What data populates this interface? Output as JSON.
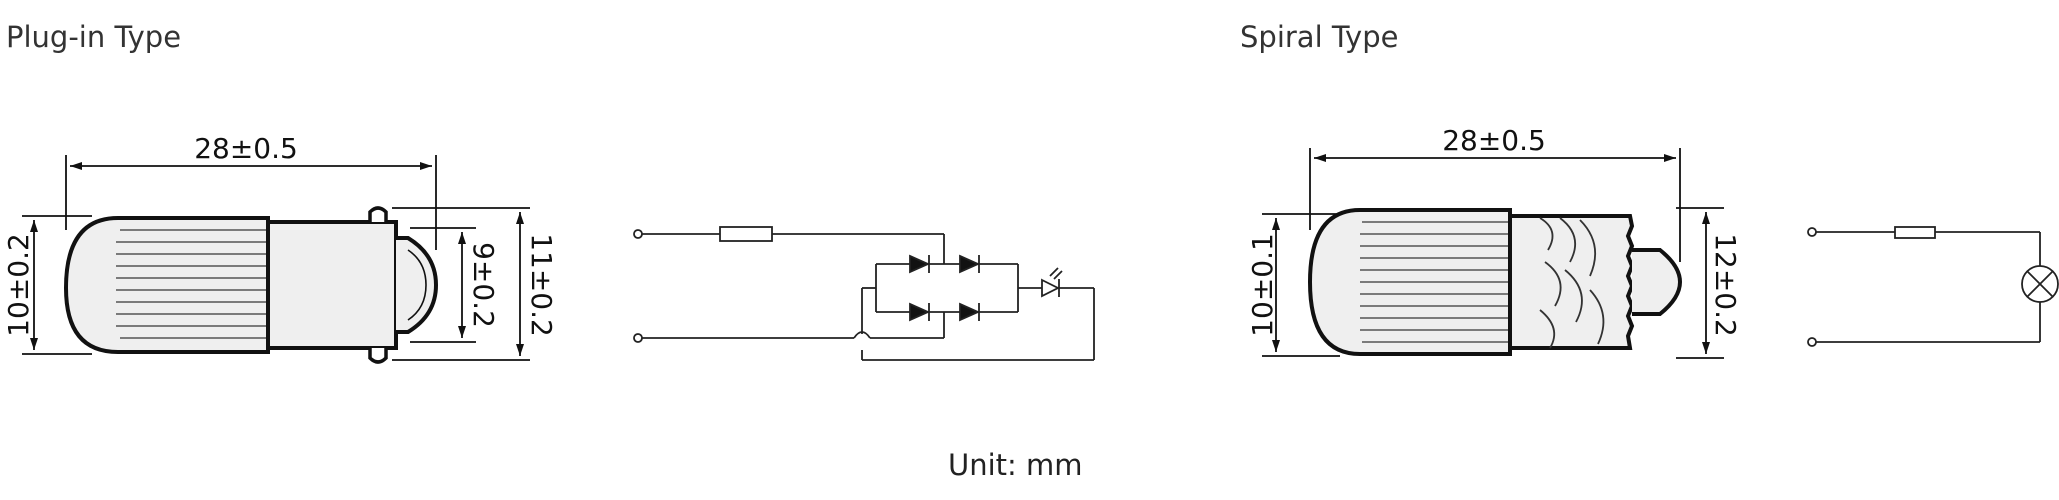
{
  "plug_in": {
    "title": "Plug-in Type",
    "dim_length": "28±0.5",
    "dim_dia_body": "10±0.2",
    "dim_dia_tip": "9±0.2",
    "dim_dia_base": "11±0.2"
  },
  "spiral": {
    "title": "Spiral Type",
    "dim_length": "28±0.5",
    "dim_dia_body": "10±0.1",
    "dim_dia_base": "12±0.2"
  },
  "unit_label": "Unit: mm"
}
